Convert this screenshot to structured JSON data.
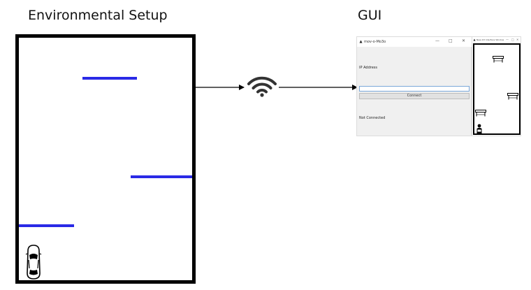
{
  "headings": {
    "environment": "Environmental Setup",
    "gui": "GUI"
  },
  "icons": {
    "wireless": "wifi-icon",
    "vehicle": "car-icon",
    "robot": "robot-icon"
  },
  "colors": {
    "wall": "#2a2ae6",
    "arena_border": "#000000",
    "arrow": "#000000"
  },
  "gui_window": {
    "title": "mov-o-Mo3o",
    "min_symbol": "—",
    "max_symbol": "□",
    "close_symbol": "✕",
    "ip_label": "IP Address",
    "ip_value": "",
    "connect_label": "Connect",
    "status": "Not Connected"
  },
  "sim_window": {
    "title": "New-O3 Interface Window",
    "min_symbol": "—",
    "max_symbol": "□",
    "close_symbol": "✕"
  }
}
